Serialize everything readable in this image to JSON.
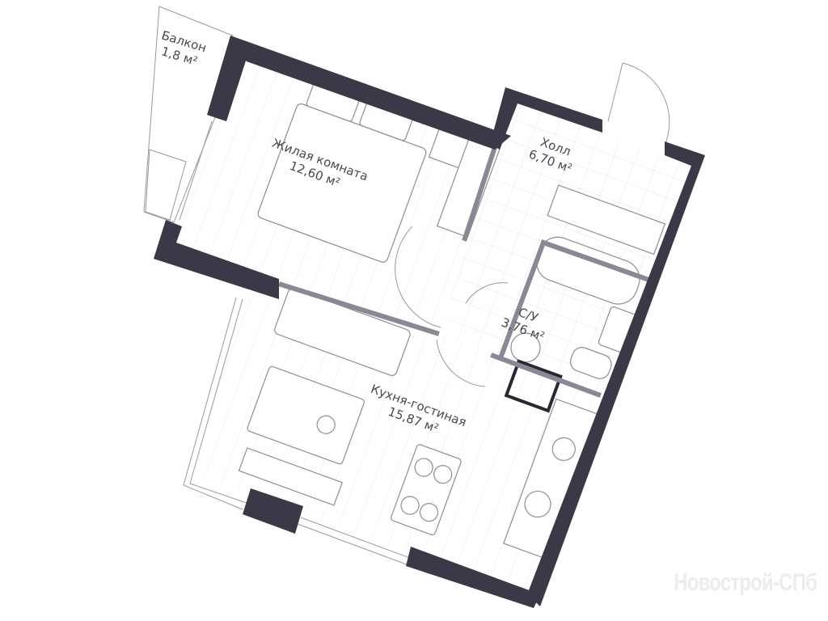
{
  "plan": {
    "rooms": [
      {
        "name": "Балкон",
        "area": "1,8 м²"
      },
      {
        "name": "Жилая комната",
        "area": "12,60 м²"
      },
      {
        "name": "Холл",
        "area": "6,70 м²"
      },
      {
        "name": "С/У",
        "area": "3,76 м²"
      },
      {
        "name": "Кухня-гостиная",
        "area": "15,87 м²"
      }
    ],
    "watermark": "Новострой-СПб",
    "colors": {
      "wall": "#3b3848",
      "partition": "#8b8794",
      "line": "#9a97a2"
    }
  }
}
